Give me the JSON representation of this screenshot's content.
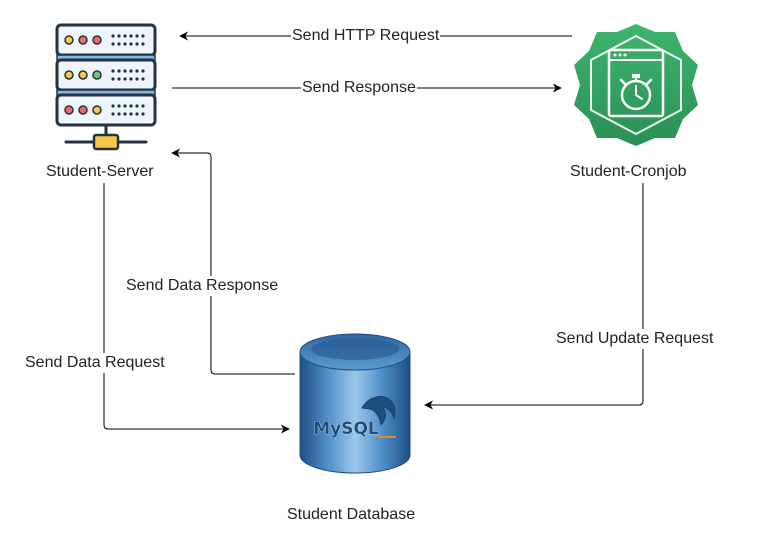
{
  "nodes": {
    "server": {
      "label": "Student-Server",
      "icon": "server-rack-icon"
    },
    "cronjob": {
      "label": "Student-Cronjob",
      "icon": "stopwatch-badge-icon"
    },
    "database": {
      "label": "Student Database",
      "icon": "mysql-database-icon",
      "logo_text": "MySQL"
    }
  },
  "edges": {
    "http_request": "Send HTTP Request",
    "response": "Send Response",
    "data_response": "Send Data Response",
    "data_request": "Send Data Request",
    "update_request": "Send Update Request"
  },
  "colors": {
    "line": "#000000",
    "badge_green": "#2e9e5b",
    "db_blue": "#2f6fa8",
    "server_body": "#eef5fb",
    "server_stroke": "#27323f"
  }
}
